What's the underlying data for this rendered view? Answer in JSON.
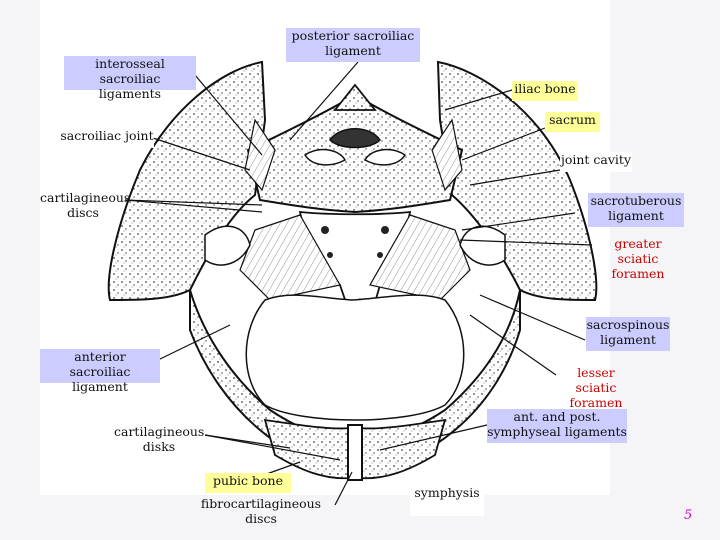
{
  "labels": {
    "posterior_sacroiliac_ligament": "posterior sacroiliac\nligament",
    "interosseal_sacroiliac_ligaments": "interosseal sacroiliac\nligaments",
    "iliac_bone": "iliac bone",
    "sacrum": "sacrum",
    "sacroiliac_joint": "sacroiliac joint",
    "joint_cavity": "joint cavity",
    "cartilagineous_discs": "cartilagineous\ndiscs",
    "sacrotuberous_ligament": "sacrotuberous\nligament",
    "greater_sciatic_foramen": "greater sciatic\nforamen",
    "sacrospinous_ligament": "sacrospinous\nligament",
    "anterior_sacroiliac_ligament": "anterior\nsacroiliac ligament",
    "lesser_sciatic_foramen": "lesser sciatic\nforamen",
    "ant_post_symphyseal_ligaments": "ant. and post.\nsymphyseal ligaments",
    "cartilagineous_disks": "cartilagineous\ndisks",
    "pubic_bone": "pubic bone",
    "fibrocartilagineous_discs": "fibrocartilagineous discs",
    "symphysis": "symphysis"
  },
  "page_number": "5",
  "colors": {
    "background": "#f5f5f7",
    "lavender_box": "#ccccff",
    "yellow_box": "#ffff99",
    "red_text": "#cc0000",
    "page_number": "#cc00cc"
  }
}
